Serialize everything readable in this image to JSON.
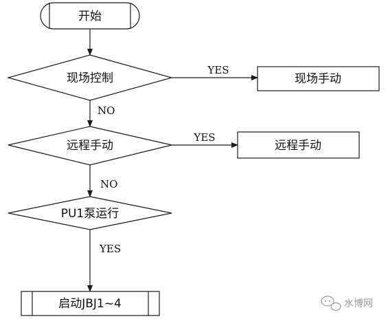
{
  "nodes": {
    "start": {
      "label": "开始"
    },
    "decision_local": {
      "label": "现场控制"
    },
    "action_local_manual": {
      "label": "现场手动"
    },
    "decision_remote": {
      "label": "远程手动"
    },
    "action_remote_manual": {
      "label": "远程手动"
    },
    "decision_pu1": {
      "label": "PU1泵运行"
    },
    "action_start_jbj": {
      "label": "启动JBJ1~4"
    }
  },
  "edges": {
    "local_yes": {
      "label": "YES"
    },
    "local_no": {
      "label": "NO"
    },
    "remote_yes": {
      "label": "YES"
    },
    "remote_no": {
      "label": "NO"
    },
    "pu1_yes": {
      "label": "YES"
    }
  },
  "watermark": {
    "text": "水博网",
    "icon": "chat-bubbles-icon"
  },
  "colors": {
    "line": "#1a1a1a",
    "text": "#111111",
    "watermark": "#9a9a9a"
  }
}
